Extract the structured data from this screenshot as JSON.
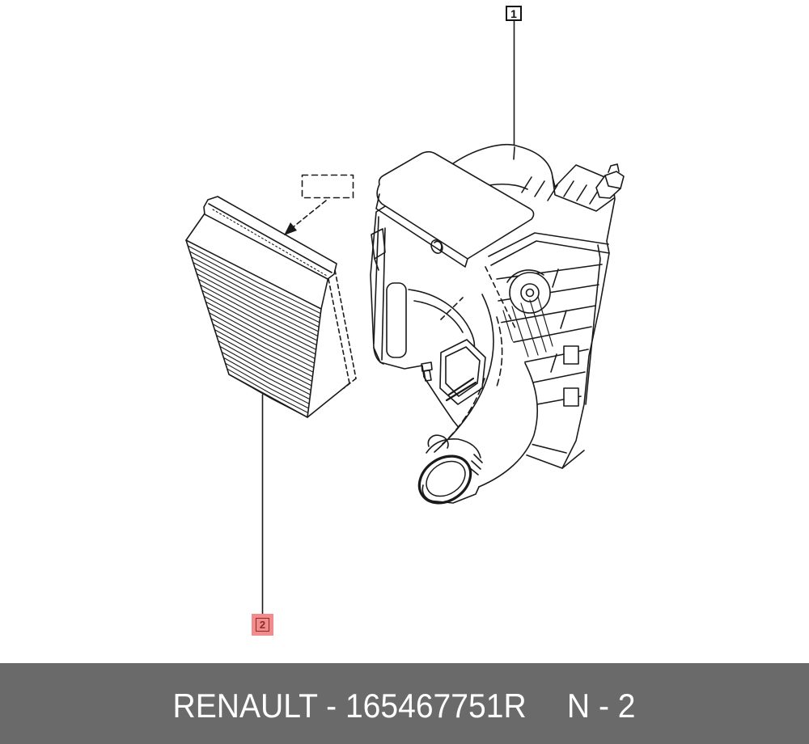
{
  "page": {
    "background": "#ffffff"
  },
  "diagram": {
    "type": "exploded-parts-diagram",
    "callouts": {
      "one": {
        "label": "1",
        "highlighted": false
      },
      "two": {
        "label": "2",
        "highlighted": true
      }
    }
  },
  "footer": {
    "brand": "RENAULT",
    "part_number": "165467751R",
    "left_text": "RENAULT - 165467751R",
    "page_ref": "N - 2",
    "background": "#6a6a6a",
    "text_color": "#ffffff"
  },
  "colors": {
    "line": "#1a1a1a",
    "highlight_fill": "#f28b8b",
    "highlight_stroke": "#8a2a2a",
    "callout_border": "#111111"
  }
}
